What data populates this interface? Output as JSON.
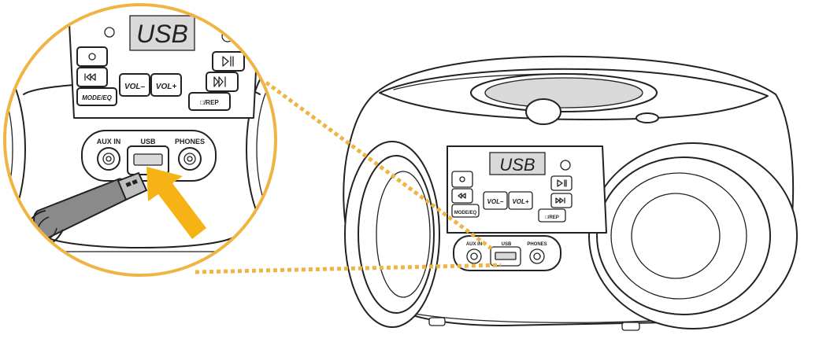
{
  "display_text": "USB",
  "labels": {
    "aux_in": "AUX IN",
    "usb": "USB",
    "phones": "PHONES",
    "vol_minus": "VOL–",
    "vol_plus": "VOL+",
    "mode_eq": "MODE/EQ",
    "repeat": "□/REP"
  },
  "colors": {
    "accent": "#f0b445",
    "arrow": "#f5b316",
    "usb_stick": "#8a8a8a",
    "display": "#d9d9d9",
    "outline": "#222222"
  },
  "icons": [
    "power-icon",
    "skip-back-icon",
    "play-pause-icon",
    "skip-forward-icon"
  ]
}
